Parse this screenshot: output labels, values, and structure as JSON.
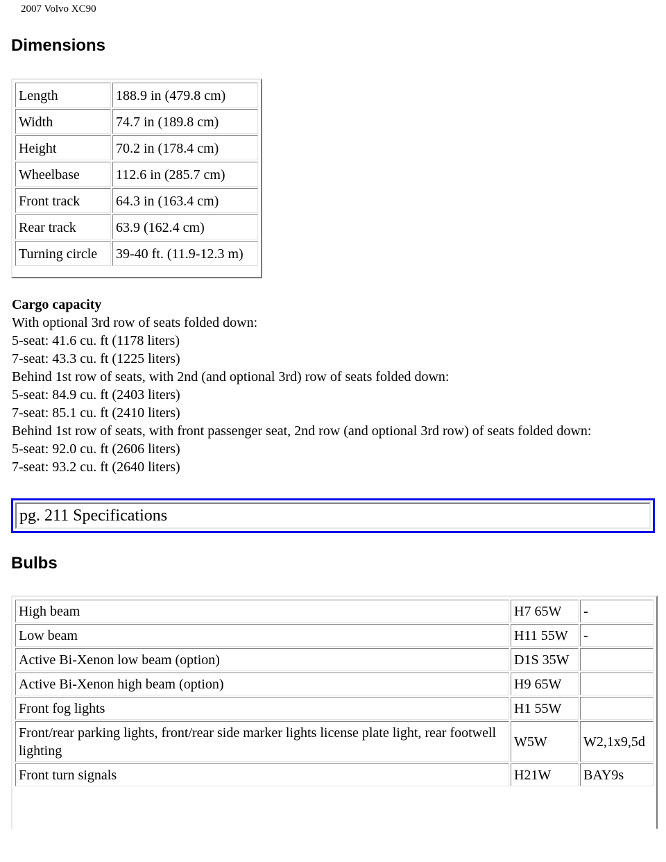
{
  "header": {
    "doc_title": "2007 Volvo XC90"
  },
  "dimensions": {
    "heading": "Dimensions",
    "rows": [
      {
        "label": "Length",
        "value": "188.9 in (479.8 cm)"
      },
      {
        "label": "Width",
        "value": "74.7 in (189.8 cm)"
      },
      {
        "label": "Height",
        "value": "70.2 in (178.4 cm)"
      },
      {
        "label": "Wheelbase",
        "value": "112.6 in (285.7 cm)"
      },
      {
        "label": "Front track",
        "value": "64.3 in (163.4 cm)"
      },
      {
        "label": "Rear track",
        "value": "63.9 (162.4 cm)"
      },
      {
        "label": "Turning circle",
        "value": "39-40 ft. (11.9-12.3 m)"
      }
    ]
  },
  "cargo": {
    "title": "Cargo capacity",
    "lines": [
      "With optional 3rd row of seats folded down:",
      "5-seat: 41.6 cu. ft (1178 liters)",
      "7-seat: 43.3 cu. ft (1225 liters)",
      "Behind 1st row of seats, with 2nd (and optional 3rd) row of seats folded down:",
      "5-seat: 84.9 cu. ft (2403 liters)",
      "7-seat: 85.1 cu. ft (2410 liters)",
      "Behind 1st row of seats, with front passenger seat, 2nd row (and optional 3rd row) of seats folded down:",
      "5-seat: 92.0 cu. ft (2606 liters)",
      "7-seat: 93.2 cu. ft (2640 liters)"
    ]
  },
  "page_banner": {
    "text": "pg. 211 Specifications"
  },
  "bulbs": {
    "heading": "Bulbs",
    "rows": [
      {
        "name": "High beam",
        "type": "H7 65W",
        "socket": "-"
      },
      {
        "name": "Low beam",
        "type": "H11 55W",
        "socket": "-"
      },
      {
        "name": "Active Bi-Xenon low beam (option)",
        "type": "D1S 35W",
        "socket": ""
      },
      {
        "name": "Active Bi-Xenon high beam (option)",
        "type": "H9 65W",
        "socket": ""
      },
      {
        "name": "Front fog lights",
        "type": "H1 55W",
        "socket": ""
      },
      {
        "name": "Front/rear parking lights, front/rear side marker lights license plate light, rear footwell lighting",
        "type": "W5W",
        "socket": "W2,1x9,5d"
      },
      {
        "name": "Front turn signals",
        "type": "H21W",
        "socket": "BAY9s"
      }
    ]
  }
}
